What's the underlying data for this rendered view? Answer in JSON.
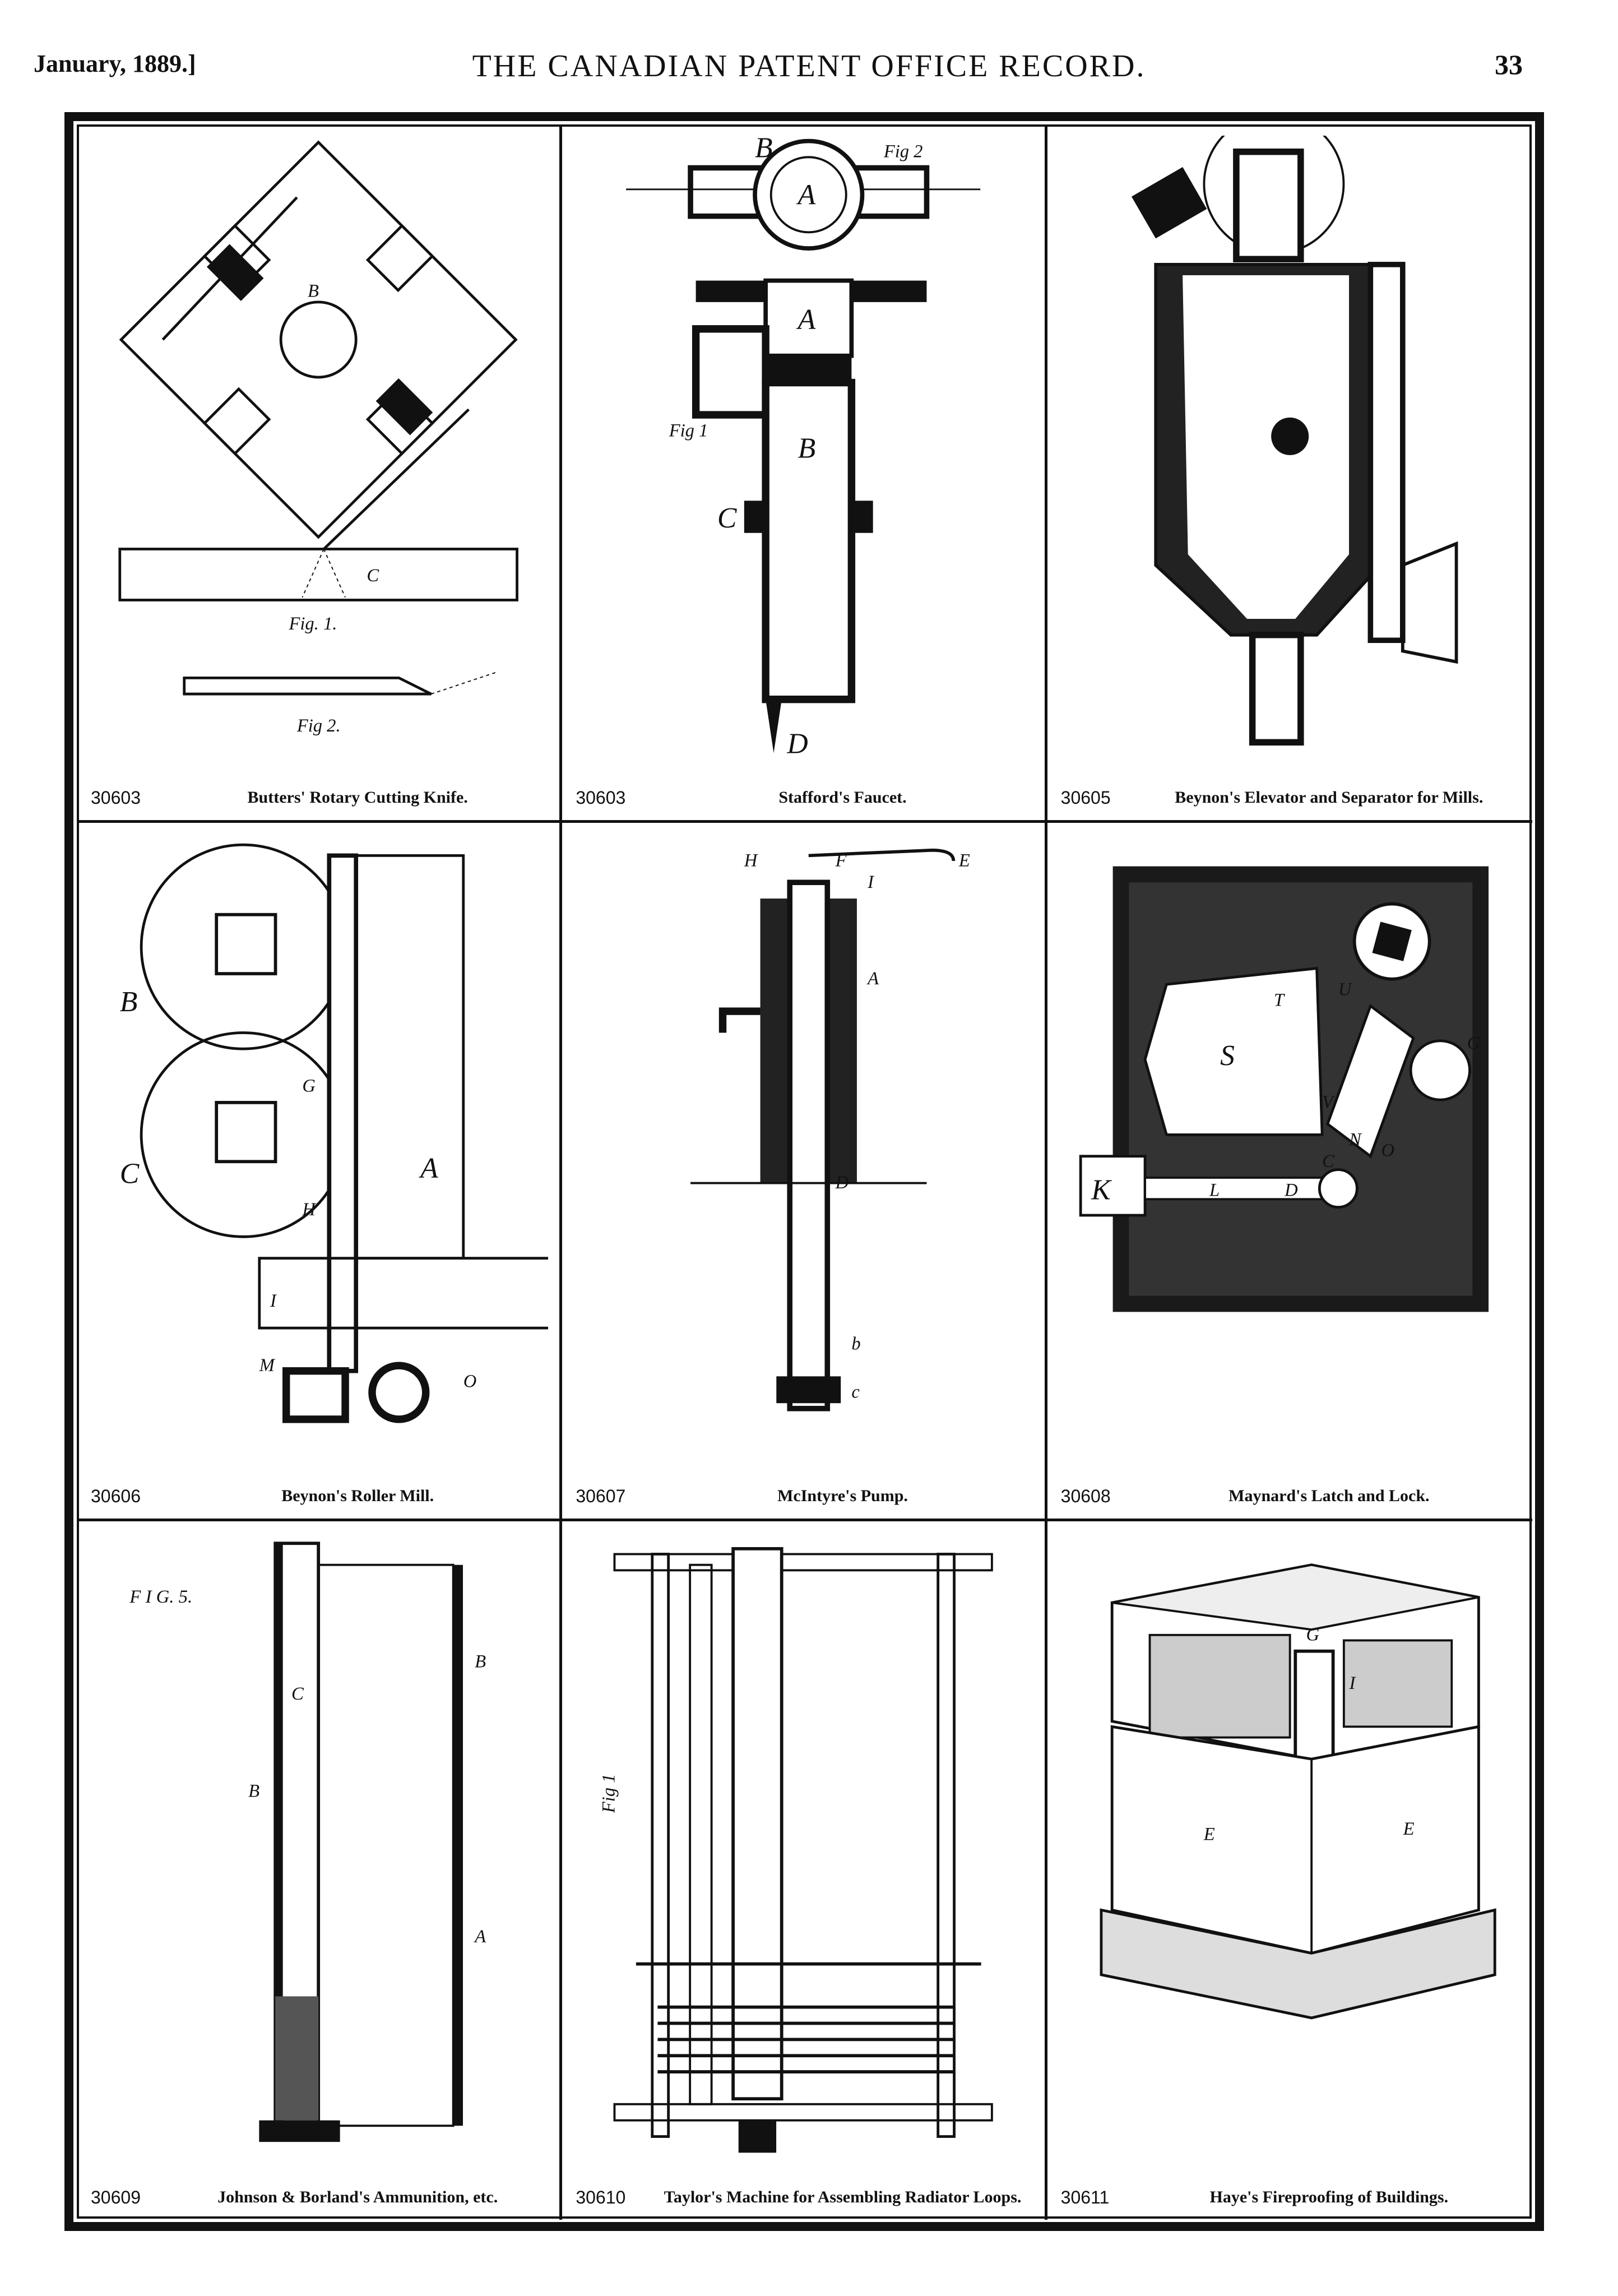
{
  "header": {
    "date": "January, 1889.]",
    "title": "THE CANADIAN PATENT OFFICE RECORD.",
    "page_number": "33"
  },
  "patents": [
    {
      "number": "30603",
      "title": "Butters' Rotary Cutting Knife."
    },
    {
      "number": "30603",
      "title": "Stafford's Faucet."
    },
    {
      "number": "30605",
      "title": "Beynon's Elevator and Separator for Mills."
    },
    {
      "number": "30606",
      "title": "Beynon's Roller Mill."
    },
    {
      "number": "30607",
      "title": "McIntyre's Pump."
    },
    {
      "number": "30608",
      "title": "Maynard's Latch and Lock."
    },
    {
      "number": "30609",
      "title": "Johnson & Borland's Ammunition, etc."
    },
    {
      "number": "30610",
      "title": "Taylor's Machine for Assembling Radiator Loops."
    },
    {
      "number": "30611",
      "title": "Haye's Fireproofing of Buildings."
    }
  ],
  "figure_labels": {
    "knife": {
      "fig1": "Fig. 1.",
      "fig2": "Fig 2.",
      "b": "B",
      "c": "C"
    },
    "faucet": {
      "fig2": "Fig 2",
      "fig1": "Fig 1",
      "a": "A",
      "b": "B",
      "c": "C",
      "d": "D"
    },
    "roller": {
      "b": "B",
      "c": "C",
      "a": "A",
      "g": "G",
      "h": "H",
      "i": "I",
      "m": "M",
      "o": "O"
    },
    "pump": {
      "h": "H",
      "f": "F",
      "i": "I",
      "e": "E",
      "a": "A",
      "d": "D",
      "b": "b",
      "c": "c"
    },
    "latch": {
      "s": "S",
      "t": "T",
      "u": "U",
      "v": "V",
      "k": "K",
      "l": "L",
      "d": "D",
      "c": "C",
      "o": "O",
      "n": "N",
      "g": "G"
    },
    "ammo": {
      "fig5": "F I G. 5.",
      "c": "C",
      "b": "B",
      "a": "A"
    },
    "radiator": {
      "fig1": "Fig 1"
    },
    "fireproof": {
      "e": "E",
      "g": "G",
      "i": "I"
    }
  }
}
